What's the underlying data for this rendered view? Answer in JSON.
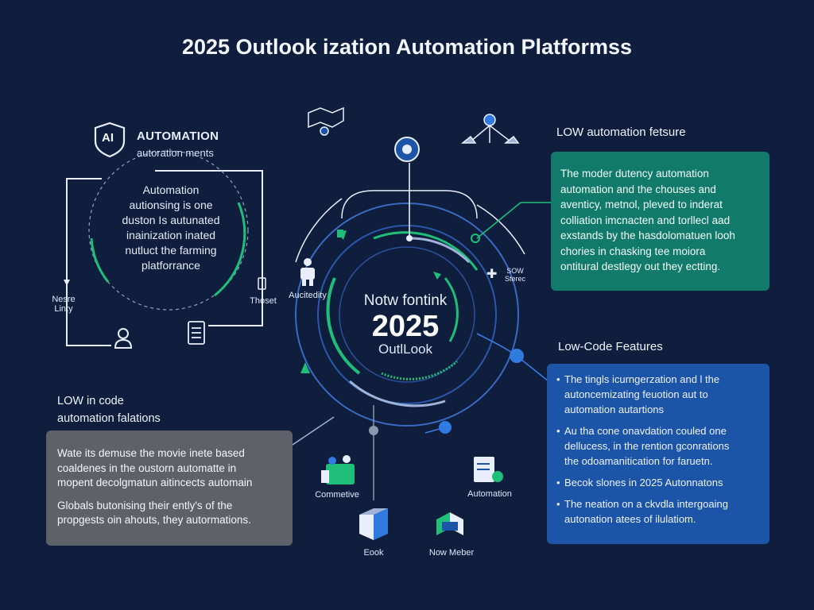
{
  "title": "2025 Outlook ization Automation Platformss",
  "left_panel": {
    "badge": "AI",
    "heading": "AUTOMATION",
    "subheading": "autoration ments",
    "text": [
      "Automation",
      "autionsing is one",
      "duston Is autunated",
      "inainization inated",
      "nutluct the farming",
      "platforrance"
    ],
    "label_left": [
      "Nesre",
      "Linty"
    ],
    "label_right": "Thoset"
  },
  "center": {
    "line1": "Notw fontink",
    "year": "2025",
    "line3": "OutlLook",
    "label_person": "Aucitedity",
    "label_right": [
      "SOW",
      "Sterec"
    ]
  },
  "low_automation": {
    "title": "LOW automation fetsure",
    "text": [
      "The moder dutency automation",
      "automation and the chouses and",
      "aventicy, metnol, pleved to inderat",
      "colliation imcnacten and torllecl aad",
      "exstands by the hasdolomatuen looh",
      "chories in chasking tee moiora",
      "ontitural destlegy out they ectting."
    ]
  },
  "low_code": {
    "title": "Low-Code Features",
    "bullets": [
      [
        "The tingls icurngerzation and l the",
        "autoncemizating feuotion aut to",
        "automation autartions"
      ],
      [
        "Au tha cone onavdation couled one",
        "dellucess, in the rention gconrations",
        "the odoamanitication for faruetn."
      ],
      [
        "Becok slones in 2025 Autonnatons"
      ],
      [
        "The neation on a ckvdla intergoaing",
        "autonation atees of ilulatiom."
      ]
    ]
  },
  "low_in_code": {
    "title": [
      "LOW in code",
      "automation falations"
    ],
    "paragraphs": [
      [
        "Wate its demuse the movie inete based",
        "coaldenes in the oustorn automatte in",
        "mopent decolgmatun aitincects automain"
      ],
      [
        "Globals butonising their ently's of the",
        "propgests oin ahouts, they autormations."
      ]
    ]
  },
  "bottom_icons": {
    "left_top": "Commetive",
    "right_top": "Automation",
    "left_bottom": "Eook",
    "right_bottom": "Now Meber"
  },
  "colors": {
    "background": "#0f1e3d",
    "teal": "#127a6b",
    "blue": "#1c54a8",
    "gray": "#5e6268",
    "accent_green": "#1fbf7a",
    "accent_blue": "#2f7be0"
  }
}
